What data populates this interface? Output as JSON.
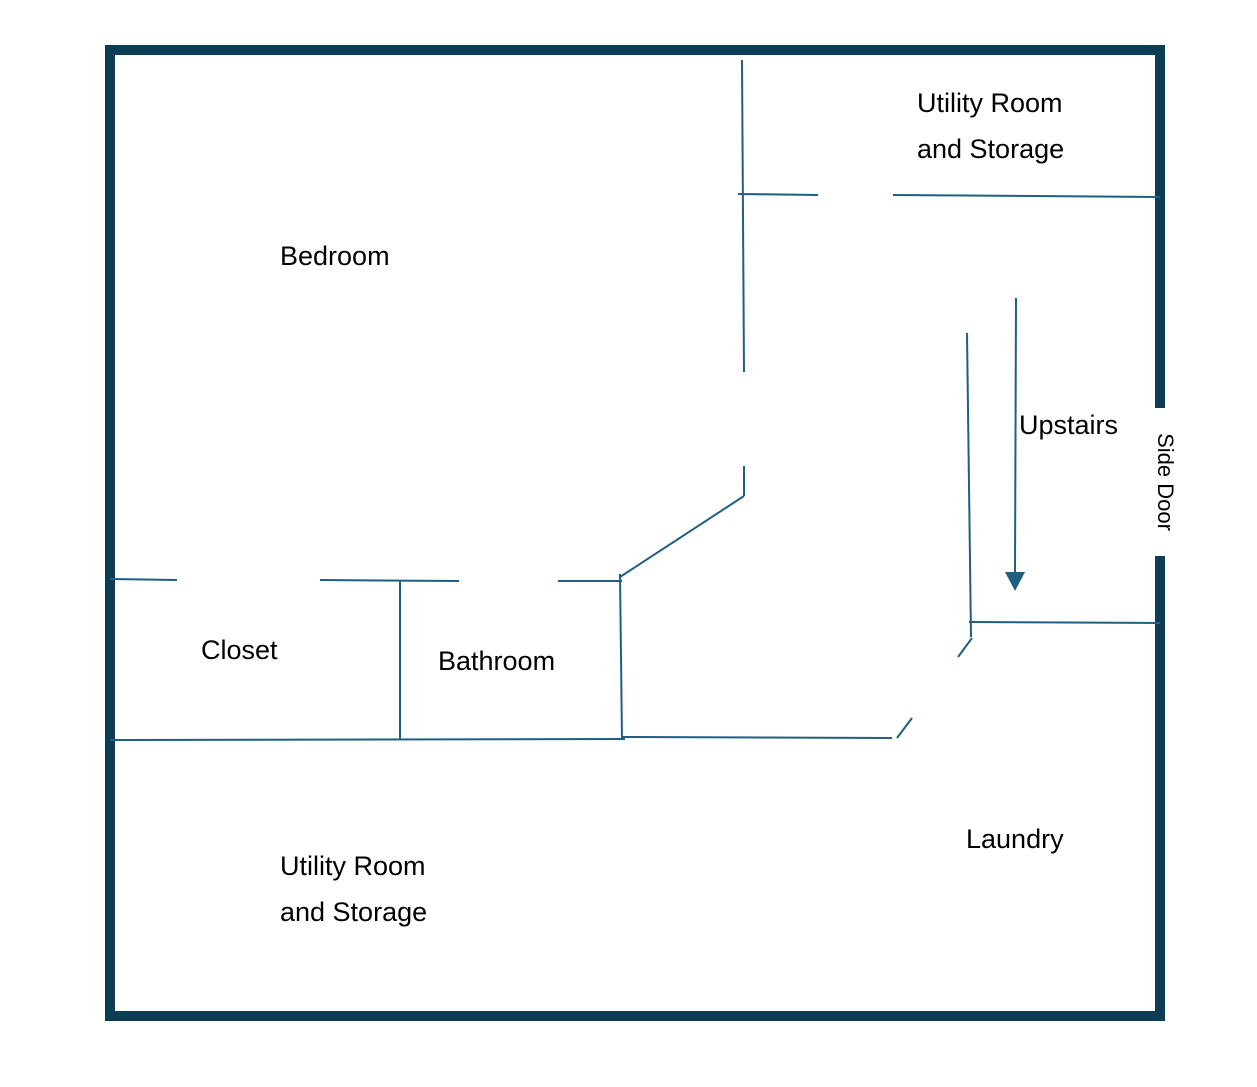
{
  "colors": {
    "outer_wall": "#0d3d55",
    "inner_wall": "#1f5f80",
    "arrow": "#1f5f80",
    "background": "#ffffff",
    "text": "#000000"
  },
  "rooms": {
    "bedroom": "Bedroom",
    "utility_top": {
      "line1": "Utility Room",
      "line2": "and Storage"
    },
    "closet": "Closet",
    "bathroom": "Bathroom",
    "utility_bottom": {
      "line1": "Utility Room",
      "line2": "and Storage"
    },
    "laundry": "Laundry"
  },
  "stairs": {
    "label": "Upstairs",
    "arrow_icon": "arrow-down-icon"
  },
  "doors": {
    "side_door": "Side Door"
  }
}
